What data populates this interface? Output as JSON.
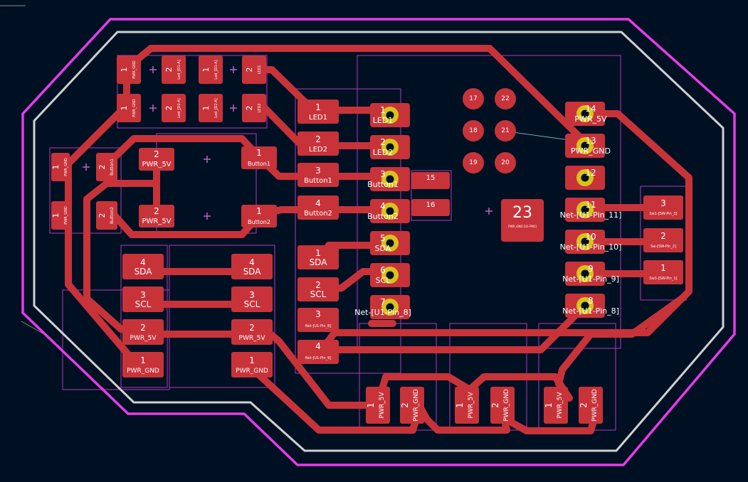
{
  "colors": {
    "background": "#001023",
    "copper": "#c8333a",
    "edge_cuts": "#e83be8",
    "courtyard": "#d0d0d0",
    "silk_outline": "#b23ab2",
    "via_ring": "#d9c31a",
    "ratsnest": "#5fb3b3"
  },
  "footprints": {
    "pwr_gnd_top": {
      "num": "1",
      "net": "PWR_GND"
    },
    "led1_r": {
      "num": "2",
      "net": "Led_[D1-A]"
    },
    "led1_r2": {
      "num": "1",
      "net": "Led_[D1-A]"
    },
    "led1": {
      "num": "2",
      "net": "LED1"
    },
    "pwr_gnd_2": {
      "num": "1",
      "net": "PWR_GND"
    },
    "led2_r": {
      "num": "2",
      "net": "Led_[D2-A]"
    },
    "led2_r2": {
      "num": "1",
      "net": "Led_[D2-A]"
    },
    "led2": {
      "num": "2",
      "net": "LED2"
    },
    "btn1_gnd": {
      "num": "1",
      "net": "PWR_GND"
    },
    "btn1_sig": {
      "num": "2",
      "net": "Button1"
    },
    "btn2_gnd": {
      "num": "1",
      "net": "PWR_GND"
    },
    "btn2_sig": {
      "num": "2",
      "net": "Button2"
    },
    "sw1_a": {
      "num": "2",
      "net": "PWR_5V"
    },
    "sw1_b": {
      "num": "1",
      "net": "Button1"
    },
    "sw2_a": {
      "num": "2",
      "net": "PWR_5V"
    },
    "sw2_b": {
      "num": "1",
      "net": "Button2"
    }
  },
  "header_left": [
    {
      "num": "1",
      "net": "LED1"
    },
    {
      "num": "2",
      "net": "LED2"
    },
    {
      "num": "3",
      "net": "Button1"
    },
    {
      "num": "4",
      "net": "Button2"
    }
  ],
  "header_i2c": [
    {
      "num": "1",
      "net": "SDA"
    },
    {
      "num": "2",
      "net": "SCL"
    }
  ],
  "header_misc": [
    {
      "num": "3",
      "net": "Net-[U1-Pin_8]"
    },
    {
      "num": "4",
      "net": "Net-[U1-Pin_9]"
    }
  ],
  "connector_a": [
    {
      "num": "4",
      "net": "SDA"
    },
    {
      "num": "3",
      "net": "SCL"
    },
    {
      "num": "2",
      "net": "PWR_5V"
    },
    {
      "num": "1",
      "net": "PWR_GND"
    }
  ],
  "connector_b": [
    {
      "num": "4",
      "net": "SDA"
    },
    {
      "num": "3",
      "net": "SCL"
    },
    {
      "num": "2",
      "net": "PWR_5V"
    },
    {
      "num": "1",
      "net": "PWR_GND"
    }
  ],
  "mcu_left_pins": [
    {
      "num": "1",
      "net": "LED1"
    },
    {
      "num": "2",
      "net": "LED2"
    },
    {
      "num": "3",
      "net": "Button1"
    },
    {
      "num": "4",
      "net": "Button2"
    },
    {
      "num": "5",
      "net": "SDA"
    },
    {
      "num": "6",
      "net": "SCL"
    },
    {
      "num": "7",
      "net": "Net-[U1-Pin_8]"
    }
  ],
  "mcu_right_pins": [
    {
      "num": "14",
      "net": "PWR_5V"
    },
    {
      "num": "13",
      "net": "PWR_GND"
    },
    {
      "num": "12",
      "net": ""
    },
    {
      "num": "11",
      "net": "Net-[U1-Pin_11]"
    },
    {
      "num": "10",
      "net": "Net-[U1-Pin_10]"
    },
    {
      "num": "9",
      "net": "Net-[U1-Pin_9]"
    },
    {
      "num": "8",
      "net": "Net-[U1-Pin_8]"
    }
  ],
  "mcu_bottom_pads": [
    {
      "num": "15"
    },
    {
      "num": "16"
    }
  ],
  "mcu_pad_grid": [
    "17",
    "22",
    "18",
    "21",
    "19",
    "20"
  ],
  "mcu_center_pad": {
    "num": "23",
    "net": "PWR_GND [U1-PAD]"
  },
  "header_right": [
    {
      "num": "3",
      "net": "Sw1-[SW-Pin_3]"
    },
    {
      "num": "2",
      "net": "Sw-[SW-Pin_2]"
    },
    {
      "num": "1",
      "net": "Sw1-[SW-Pin_1]"
    }
  ],
  "power_pads": [
    {
      "num": "1",
      "net": "PWR_5V"
    },
    {
      "num": "2",
      "net": "PWR_GND"
    },
    {
      "num": "1",
      "net": "PWR_5V"
    },
    {
      "num": "2",
      "net": "PWR_GND"
    },
    {
      "num": "1",
      "net": "PWR_5V"
    },
    {
      "num": "2",
      "net": "PWR_GND"
    }
  ]
}
